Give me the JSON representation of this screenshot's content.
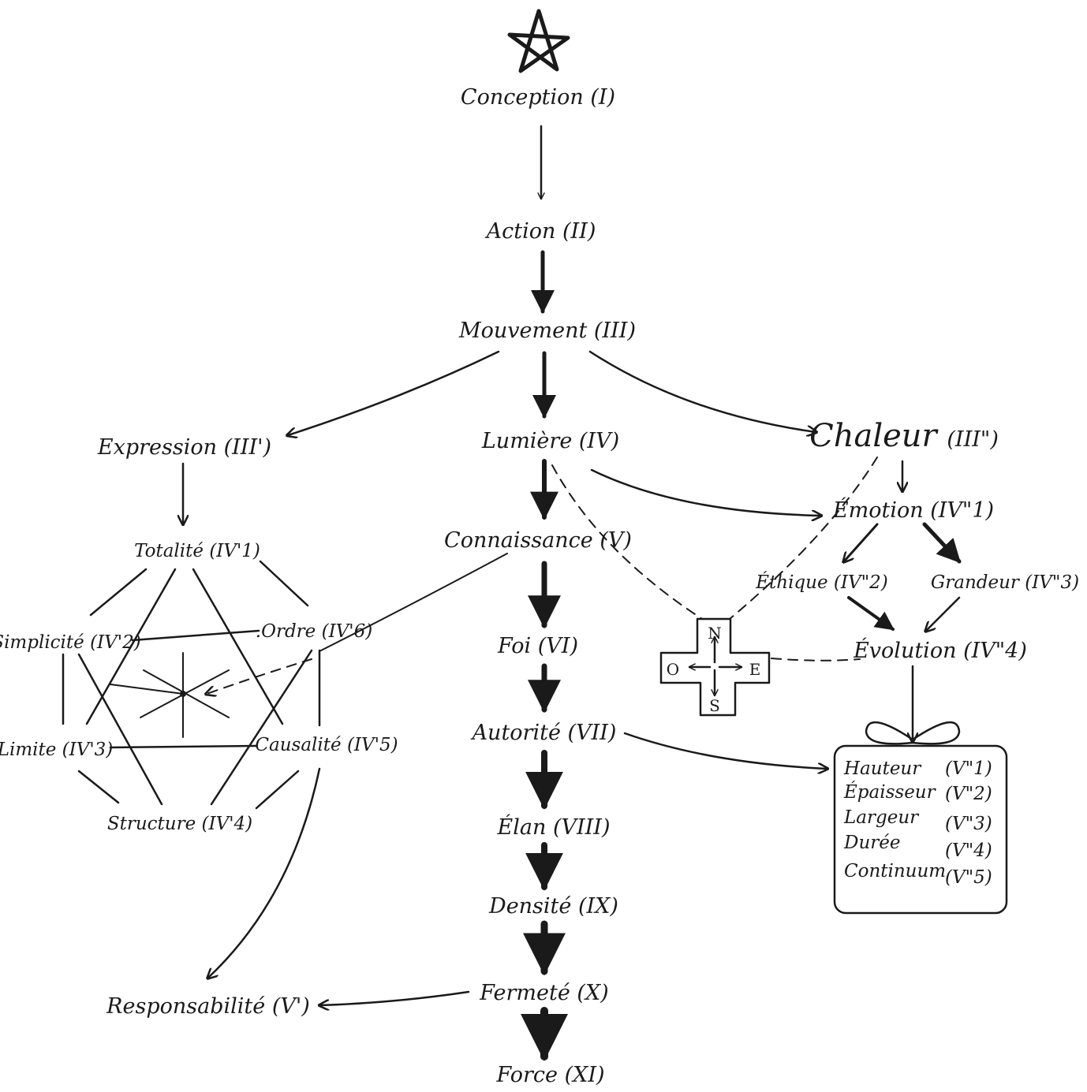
{
  "nodes": {
    "conception": {
      "text": "Conception",
      "num": "(I)"
    },
    "action": {
      "text": "Action",
      "num": "(II)"
    },
    "mouvement": {
      "text": "Mouvement",
      "num": "(III)"
    },
    "expression": {
      "text": "Expression",
      "num": "(III')"
    },
    "lumiere": {
      "text": "Lumière",
      "num": "(IV)"
    },
    "chaleur": {
      "text": "Chaleur",
      "num": "(III\")"
    },
    "emotion": {
      "text": "Émotion",
      "num": "(IV\"1)"
    },
    "ethique": {
      "text": "Éthique",
      "num": "(IV\"2)"
    },
    "grandeur": {
      "text": "Grandeur",
      "num": "(IV\"3)"
    },
    "evolution": {
      "text": "Évolution",
      "num": "(IV\"4)"
    },
    "totalite": {
      "text": "Totalité",
      "num": "(IV'1)"
    },
    "simplicite": {
      "text": "Simplicité",
      "num": "(IV'2)"
    },
    "ordre": {
      "text": ".Ordre",
      "num": "(IV'6)"
    },
    "limite": {
      "text": "Limite",
      "num": "(IV'3)"
    },
    "causalite": {
      "text": "Causalité",
      "num": "(IV'5)"
    },
    "structure": {
      "text": "Structure",
      "num": "(IV'4)"
    },
    "connaissance": {
      "text": "Connaissance",
      "num": "(V)"
    },
    "foi": {
      "text": "Foi",
      "num": "(VI)"
    },
    "autorite": {
      "text": "Autorité",
      "num": "(VII)"
    },
    "elan": {
      "text": "Élan",
      "num": "(VIII)"
    },
    "densite": {
      "text": "Densité",
      "num": "(IX)"
    },
    "fermete": {
      "text": "Fermeté",
      "num": "(X)"
    },
    "force": {
      "text": "Force",
      "num": "(XI)"
    },
    "responsabilite": {
      "text": "Responsabilité",
      "num": "(V')"
    }
  },
  "compass": {
    "n": "N",
    "s": "S",
    "o": "O",
    "e": "E"
  },
  "box": {
    "items": [
      {
        "text": "Hauteur",
        "num": "(V\"1)"
      },
      {
        "text": "Épaisseur",
        "num": "(V\"2)"
      },
      {
        "text": "Largeur",
        "num": "(V\"3)"
      },
      {
        "text": "Durée",
        "num": "(V\"4)"
      },
      {
        "text": "Continuum",
        "num": "(V\"5)"
      }
    ]
  },
  "colors": {
    "ink": "#1a1a1a",
    "paper": "#ffffff"
  },
  "icons": {
    "top": "pentagram-icon",
    "compass": "compass-cross-icon",
    "gift": "gift-box-icon"
  }
}
